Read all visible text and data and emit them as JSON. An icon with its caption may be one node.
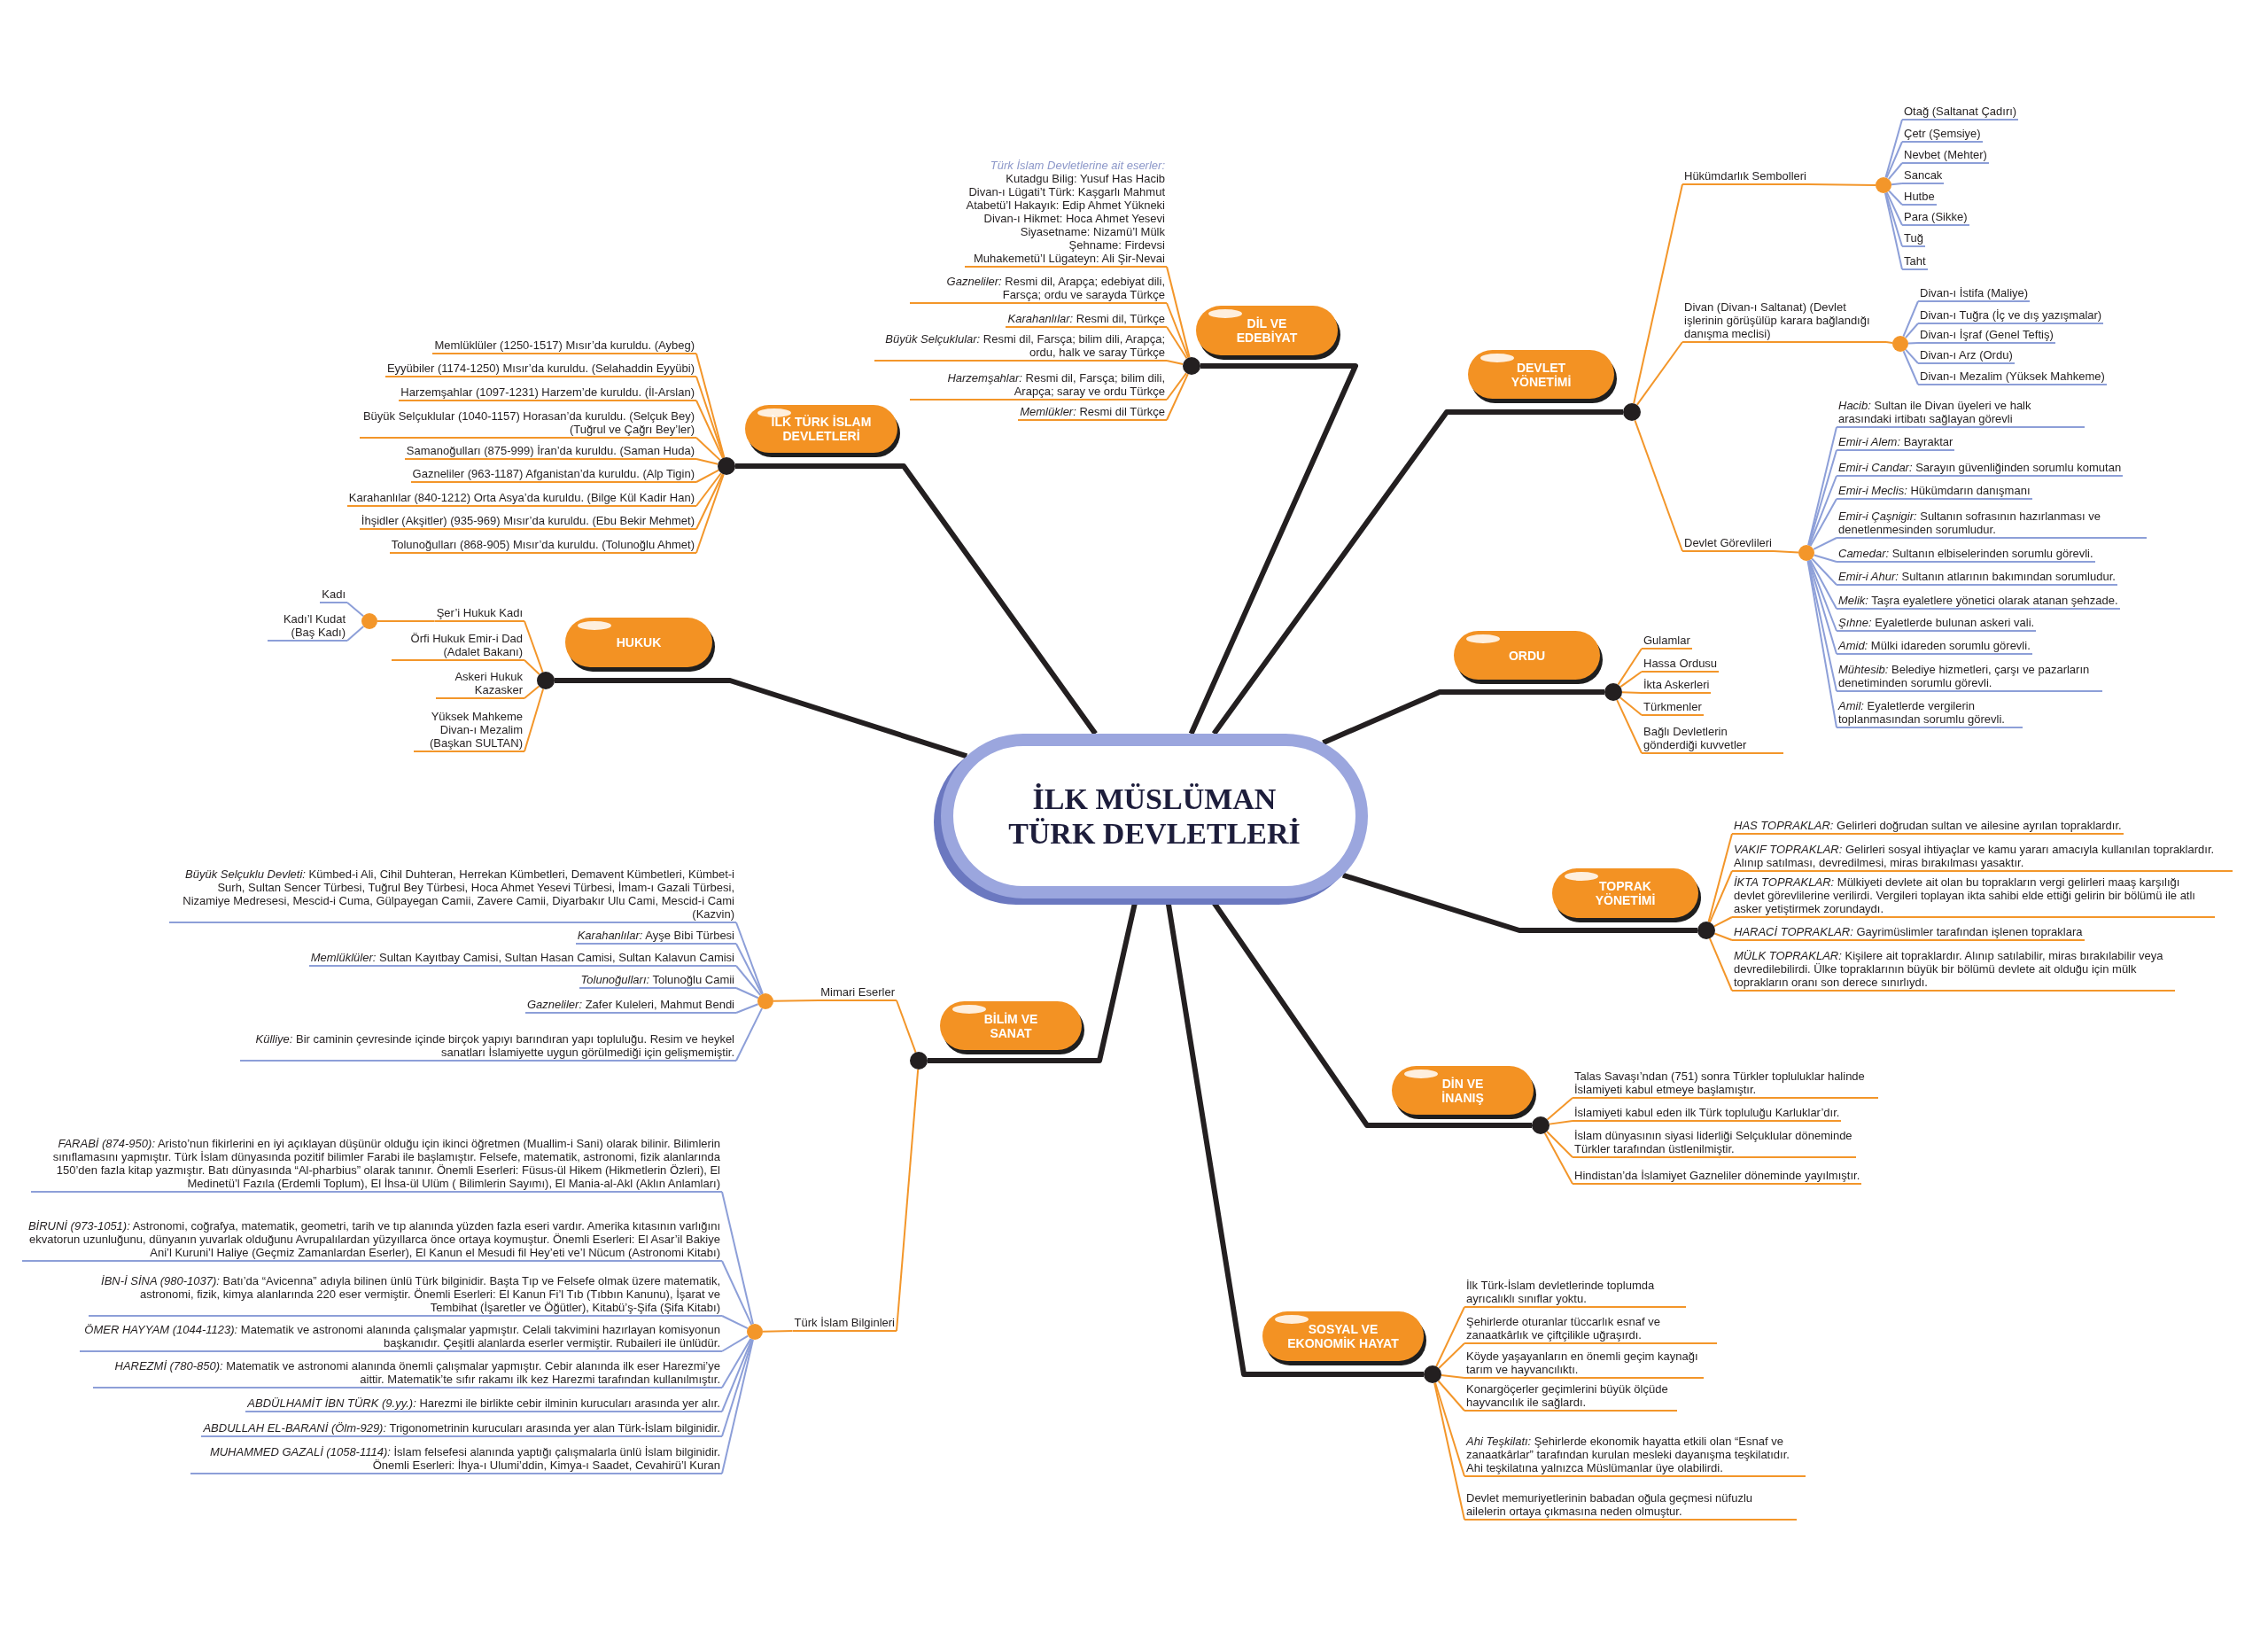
{
  "diagram": {
    "nodes": [
      {
        "text": [
          "İLK MÜSLÜMAN TÜRK DEVLETLERİ"
        ]
      },
      {
        "text": [
          "İLK TÜRK İSLAM DEVLETLERİ"
        ]
      },
      {
        "text": [],
        "shape": "circle"
      },
      {
        "text": [
          "Memlüklüler (1250-1517) Mısır’da kuruldu. (Aybeg)"
        ]
      },
      {
        "text": [
          "Eyyübiler (1174-1250) Mısır’da kuruldu. (Selahaddin Eyyübi)"
        ]
      },
      {
        "text": [
          "Harzemşahlar (1097-1231) Harzem’de kuruldu. (İl-Arslan)"
        ]
      },
      {
        "text": [
          "Büyük Selçuklular (1040-1157) Horasan’da kuruldu. (Selçuk Bey) (Tuğrul ve Çağrı Bey’ler)"
        ]
      },
      {
        "text": [
          "Samanoğulları (875-999) İran’da kuruldu. (Saman Huda)"
        ]
      },
      {
        "text": [
          "Gazneliler (963-1187) Afganistan’da kuruldu. (Alp Tigin)"
        ]
      },
      {
        "text": [
          "Karahanlılar (840-1212) Orta Asya’da kuruldu. (Bilge Kül Kadir Han)"
        ]
      },
      {
        "text": [
          "İhşidler (Akşitler) (935-969) Mısır’da kuruldu. (Ebu Bekir Mehmet)"
        ]
      },
      {
        "text": [
          "Tolunoğulları (868-905) Mısır’da kuruldu. (Tolunoğlu Ahmet)"
        ]
      },
      {
        "text": [
          "HUKUK"
        ]
      },
      {
        "text": [],
        "shape": "circle"
      },
      {
        "text": [
          "Şer’i Hukuk Kadı"
        ]
      },
      {
        "text": [
          "Örfi Hukuk Emir-i Dad (Adalet Bakanı)"
        ]
      },
      {
        "text": [
          "Askeri Hukuk Kazasker"
        ]
      },
      {
        "text": [
          "Yüksek Mahkeme Divan-ı Mezalim (Başkan SULTAN)"
        ]
      },
      {
        "text": [],
        "shape": "circle"
      },
      {
        "text": [
          "Kadı"
        ]
      },
      {
        "text": [
          "Kadı’l Kudat (Baş Kadı)"
        ]
      },
      {
        "text": [
          "DİL VE EDEBİYAT"
        ]
      },
      {
        "text": [],
        "shape": "circle"
      },
      {
        "text": [
          "Türk İslam Devletlerine ait eserler:",
          "Kutadgu Bilig: Yusuf Has Hacib",
          "Divan-ı Lügati’t Türk: Kaşgarlı Mahmut",
          "Atabetü’l Hakayık: Edip Ahmet Yükneki",
          "Divan-ı Hikmet: Hoca Ahmet Yesevi",
          "Siyasetname: Nizamü’l Mülk",
          "Şehname: Firdevsi",
          "Muhakemetü’l Lügateyn: Ali Şir-Nevai"
        ]
      },
      {
        "text": [
          "*Gazneliler:* Resmi dil, Arapça; edebiyat dili, Farsça; ordu ve sarayda Türkçe"
        ]
      },
      {
        "text": [
          "*Karahanlılar:* Resmi dil, Türkçe"
        ]
      },
      {
        "text": [
          "*Büyük Selçuklular:* Resmi dil, Farsça; bilim dili, Arapça; ordu, halk ve saray Türkçe"
        ]
      },
      {
        "text": [
          "*Harzemşahlar:* Resmi dil, Farsça; bilim dili, Arapça; saray ve ordu Türkçe"
        ]
      },
      {
        "text": [
          "*Memlükler:* Resmi dil Türkçe"
        ]
      },
      {
        "text": [
          "DEVLET YÖNETİMİ"
        ]
      },
      {
        "text": [],
        "shape": "circle"
      },
      {
        "text": [
          "Hükümdarlık Sembolleri"
        ]
      },
      {
        "text": [],
        "shape": "circle"
      },
      {
        "text": [
          "Otağ (Saltanat Çadırı)"
        ]
      },
      {
        "text": [
          "Çetr (Şemsiye)"
        ]
      },
      {
        "text": [
          "Nevbet (Mehter)"
        ]
      },
      {
        "text": [
          "Sancak"
        ]
      },
      {
        "text": [
          "Hutbe"
        ]
      },
      {
        "text": [
          "Para (Sikke)"
        ]
      },
      {
        "text": [
          "Tuğ"
        ]
      },
      {
        "text": [
          "Taht"
        ]
      },
      {
        "text": [
          "Divan (Divan-ı Saltanat) (Devlet işlerinin görüşülüp karara bağlandığı danışma meclisi)"
        ]
      },
      {
        "text": [],
        "shape": "circle"
      },
      {
        "text": [
          "Divan-ı İstifa (Maliye)"
        ]
      },
      {
        "text": [
          "Divan-ı Tuğra (İç ve dış yazışmalar)"
        ]
      },
      {
        "text": [
          "Divan-ı İşraf (Genel Teftiş)"
        ]
      },
      {
        "text": [
          "Divan-ı Arz (Ordu)"
        ]
      },
      {
        "text": [
          "Divan-ı Mezalim (Yüksek Mahkeme)"
        ]
      },
      {
        "text": [
          "Devlet Görevlileri"
        ]
      },
      {
        "text": [],
        "shape": "circle"
      },
      {
        "text": [
          "*Hacib:* Sultan ile Divan üyeleri ve halk arasındaki irtibatı sağlayan görevli"
        ]
      },
      {
        "text": [
          "*Emir-i Alem:* Bayraktar"
        ]
      },
      {
        "text": [
          "*Emir-i Candar:* Sarayın güvenliğinden sorumlu komutan"
        ]
      },
      {
        "text": [
          "*Emir-i Meclis:* Hükümdarın danışmanı"
        ]
      },
      {
        "text": [
          "*Emir-i Çaşnigir:* Sultanın sofrasının hazırlanması ve denetlenmesinden sorumludur."
        ]
      },
      {
        "text": [
          "*Camedar:* Sultanın elbiselerinden sorumlu görevli."
        ]
      },
      {
        "text": [
          "*Emir-i Ahur:* Sultanın atlarının bakımından sorumludur."
        ]
      },
      {
        "text": [
          "*Melik:* Taşra eyaletlere yönetici olarak atanan şehzade."
        ]
      },
      {
        "text": [
          "*Şıhne:* Eyaletlerde bulunan askeri vali."
        ]
      },
      {
        "text": [
          "*Amid:* Mülki idareden sorumlu görevli."
        ]
      },
      {
        "text": [
          "*Mühtesib:* Belediye hizmetleri, çarşı ve pazarların denetiminden sorumlu görevli."
        ]
      },
      {
        "text": [
          "*Amil:* Eyaletlerde vergilerin toplanmasından sorumlu görevli."
        ]
      },
      {
        "text": [
          "ORDU"
        ]
      },
      {
        "text": [],
        "shape": "circle"
      },
      {
        "text": [
          "Gulamlar"
        ]
      },
      {
        "text": [
          "Hassa Ordusu"
        ]
      },
      {
        "text": [
          "İkta Askerleri"
        ]
      },
      {
        "text": [
          "Türkmenler"
        ]
      },
      {
        "text": [
          "Bağlı Devletlerin gönderdiği kuvvetler"
        ]
      },
      {
        "text": [
          "TOPRAK YÖNETİMİ"
        ]
      },
      {
        "text": [],
        "shape": "circle"
      },
      {
        "text": [
          "*HAS TOPRAKLAR:* Gelirleri doğrudan sultan ve ailesine ayrılan topraklardır."
        ]
      },
      {
        "text": [
          "*VAKIF TOPRAKLAR:* Gelirleri sosyal ihtiyaçlar ve kamu yararı amacıyla kullanılan topraklardır. Alınıp satılması, devredilmesi, miras bırakılması yasaktır."
        ]
      },
      {
        "text": [
          "*İKTA TOPRAKLAR:* Mülkiyeti devlete ait olan bu toprakların vergi gelirleri maaş karşılığı devlet görevlilerine verilirdi. Vergileri toplayan ikta sahibi elde ettiği gelirin bir bölümü ile atlı asker yetiştirmek zorundaydı."
        ]
      },
      {
        "text": [
          "*HARACİ TOPRAKLAR:* Gayrimüslimler tarafından işlenen topraklara"
        ]
      },
      {
        "text": [
          "*MÜLK TOPRAKLAR:* Kişilere ait topraklardır. Alınıp satılabilir, miras bırakılabilir veya devredilebilirdi. Ülke topraklarının büyük bir bölümü devlete ait olduğu için mülk toprakların oranı son derece sınırlıydı."
        ]
      },
      {
        "text": [
          "DİN VE İNANIŞ"
        ]
      },
      {
        "text": [],
        "shape": "circle"
      },
      {
        "text": [
          "Talas Savaşı’ndan (751) sonra Türkler topluluklar halinde İslamiyeti kabul etmeye başlamıştır."
        ]
      },
      {
        "text": [
          "İslamiyeti kabul eden ilk Türk topluluğu Karluklar’dır."
        ]
      },
      {
        "text": [
          "İslam dünyasının siyasi liderliği Selçuklular döneminde Türkler tarafından üstlenilmiştir."
        ]
      },
      {
        "text": [
          "Hindistan’da İslamiyet Gazneliler döneminde yayılmıştır."
        ]
      },
      {
        "text": [
          "SOSYAL VE EKONOMİK HAYAT"
        ]
      },
      {
        "text": [],
        "shape": "circle"
      },
      {
        "text": [
          "İlk Türk-İslam devletlerinde toplumda ayrıcalıklı sınıflar yoktu."
        ]
      },
      {
        "text": [
          "Şehirlerde oturanlar tüccarlık esnaf ve zanaatkârlık ve çiftçilikle uğraşırdı."
        ]
      },
      {
        "text": [
          "Köyde yaşayanların en önemli geçim kaynağı tarım ve hayvancılıktı."
        ]
      },
      {
        "text": [
          "Konargöçerler geçimlerini büyük ölçüde hayvancılık ile sağlardı."
        ]
      },
      {
        "text": [
          "*Ahi Teşkilatı:* Şehirlerde ekonomik hayatta etkili olan “Esnaf ve zanaatkârlar” tarafından kurulan mesleki dayanışma teşkilatıdır. Ahi teşkilatına yalnızca Müslümanlar üye olabilirdi."
        ]
      },
      {
        "text": [
          "Devlet memuriyetlerinin babadan oğula geçmesi nüfuzlu ailelerin ortaya çıkmasına neden olmuştur."
        ]
      },
      {
        "text": [
          "BİLİM VE SANAT"
        ]
      },
      {
        "text": [],
        "shape": "circle"
      },
      {
        "text": [
          "Mimari Eserler"
        ]
      },
      {
        "text": [],
        "shape": "circle"
      },
      {
        "text": [
          "*Büyük Selçuklu Devleti:* Kümbed-i Ali, Cihil Duhteran, Herrekan Kümbetleri, Demavent Kümbetleri, Kümbet-i Surh, Sultan Sencer Türbesi, Tuğrul Bey Türbesi, Hoca Ahmet Yesevi Türbesi, İmam-ı Gazali Türbesi, Nizamiye Medresesi, Mescid-i Cuma, Gülpayegan Camii, Zavere Camii, Diyarbakır Ulu Cami, Mescid-i Cami (Kazvin)"
        ]
      },
      {
        "text": [
          "*Karahanlılar:* Ayşe Bibi Türbesi"
        ]
      },
      {
        "text": [
          "*Memlüklüler:* Sultan Kayıtbay Camisi, Sultan Hasan Camisi, Sultan Kalavun Camisi"
        ]
      },
      {
        "text": [
          "*Tolunoğulları:* Tolunoğlu Camii"
        ]
      },
      {
        "text": [
          "*Gazneliler:* Zafer Kuleleri, Mahmut Bendi"
        ]
      },
      {
        "text": [
          "*Külliye:* Bir caminin çevresinde içinde birçok yapıyı barındıran yapı topluluğu. Resim ve heykel sanatları İslamiyette uygun görülmediği için gelişmemiştir."
        ]
      },
      {
        "text": [
          "Türk İslam Bilginleri"
        ]
      },
      {
        "text": [],
        "shape": "circle"
      },
      {
        "text": [
          "*FARABİ (874-950):* Aristo’nun fikirlerini en iyi açıklayan düşünür olduğu için ikinci öğretmen (Muallim-i Sani) olarak bilinir. Bilimlerin sınıflamasını yapmıştır. Türk İslam dünyasında pozitif bilimler Farabi ile başlamıştır. Felsefe, matematik, astronomi, fizik alanlarında 150’den fazla kitap yazmıştır. Batı dünyasında “Al-pharbius” olarak tanınır. Önemli Eserleri: Füsus-ül Hikem (Hikmetlerin Özleri), El Medinetü’l Fazıla (Erdemli Toplum), El İhsa-ül Ulüm ( Bilimlerin Sayımı), El Mania-al-Akl (Aklın Anlamları)"
        ]
      },
      {
        "text": [
          "*BİRUNİ (973-1051):* Astronomi, coğrafya, matematik, geometri, tarih ve tıp alanında yüzden fazla eseri vardır. Amerika kıtasının varlığını ekvatorun uzunluğunu, dünyanın yuvarlak olduğunu Avrupalılardan yüzyıllarca önce ortaya koymuştur. Önemli Eserleri: El Asar’il Bakiye Ani’l Kuruni’l Haliye (Geçmiz Zamanlardan Eserler), El Kanun el Mesudi fil Hey’eti ve’l Nücum (Astronomi Kitabı)"
        ]
      },
      {
        "text": [
          "*İBN-İ SİNA (980-1037):* Batı’da “Avicenna” adıyla bilinen ünlü Türk bilginidir. Başta Tıp ve Felsefe olmak üzere matematik, astronomi, fizik, kimya alanlarında 220 eser vermiştir. Önemli Eserleri: El Kanun Fi’l Tıb (Tıbbın Kanunu), İşarat ve Tembihat (İşaretler ve Öğütler), Kitabü’ş-Şifa (Şifa Kitabı)"
        ]
      },
      {
        "text": [
          "*ÖMER HAYYAM (1044-1123):* Matematik ve astronomi alanında çalışmalar yapmıştır. Celali takvimini hazırlayan komisyonun başkanıdır. Çeşitli alanlarda eserler vermiştir. Rubaileri ile ünlüdür."
        ]
      },
      {
        "text": [
          "*HAREZMİ (780-850):* Matematik ve astronomi alanında önemli çalışmalar yapmıştır. Cebir alanında ilk eser Harezmi’ye aittir. Matematik’te sıfır rakamı ilk kez Harezmi tarafından kullanılmıştır."
        ]
      },
      {
        "text": [
          "*ABDÜLHAMİT İBN TÜRK (9.yy.):* Harezmi ile birlikte cebir ilminin kurucuları arasında yer alır."
        ]
      },
      {
        "text": [
          "*ABDULLAH EL-BARANİ (Ölm-929):* Trigonometrinin kurucuları arasında yer alan Türk-İslam bilginidir."
        ]
      },
      {
        "text": [
          "*MUHAMMED GAZALİ (1058-1114):* İslam felsefesi alanında yaptığı çalışmalarla ünlü İslam bilginidir. Önemli Eserleri: İhya-ı Ulumi’ddin, Kimya-ı Saadet, Cevahirü’l Kuran"
        ]
      }
    ],
    "edges": [
      {
        "from": 0,
        "to": 2,
        "arrow": "none",
        "style": "thick",
        "color": "#231f20"
      },
      {
        "from": 0,
        "to": 13,
        "arrow": "none",
        "style": "thick",
        "color": "#231f20"
      },
      {
        "from": 0,
        "to": 22,
        "arrow": "none",
        "style": "thick",
        "color": "#231f20"
      },
      {
        "from": 0,
        "to": 30,
        "arrow": "none",
        "style": "thick",
        "color": "#231f20"
      },
      {
        "from": 0,
        "to": 63,
        "arrow": "none",
        "style": "thick",
        "color": "#231f20"
      },
      {
        "from": 0,
        "to": 70,
        "arrow": "none",
        "style": "thick",
        "color": "#231f20"
      },
      {
        "from": 0,
        "to": 77,
        "arrow": "none",
        "style": "thick",
        "color": "#231f20"
      },
      {
        "from": 0,
        "to": 83,
        "arrow": "none",
        "style": "thick",
        "color": "#231f20"
      },
      {
        "from": 0,
        "to": 91,
        "arrow": "none",
        "style": "thick",
        "color": "#231f20"
      },
      {
        "from": 2,
        "to": 3,
        "arrow": "none"
      },
      {
        "from": 2,
        "to": 4,
        "arrow": "none"
      },
      {
        "from": 2,
        "to": 5,
        "arrow": "none"
      },
      {
        "from": 2,
        "to": 6,
        "arrow": "none"
      },
      {
        "from": 2,
        "to": 7,
        "arrow": "none"
      },
      {
        "from": 2,
        "to": 8,
        "arrow": "none"
      },
      {
        "from": 2,
        "to": 9,
        "arrow": "none"
      },
      {
        "from": 2,
        "to": 10,
        "arrow": "none"
      },
      {
        "from": 2,
        "to": 11,
        "arrow": "none"
      },
      {
        "from": 13,
        "to": 14,
        "arrow": "none"
      },
      {
        "from": 13,
        "to": 15,
        "arrow": "none"
      },
      {
        "from": 13,
        "to": 16,
        "arrow": "none"
      },
      {
        "from": 13,
        "to": 17,
        "arrow": "none"
      },
      {
        "from": 14,
        "to": 18,
        "arrow": "none"
      },
      {
        "from": 18,
        "to": 19,
        "arrow": "none",
        "color": "#8d9fd8"
      },
      {
        "from": 18,
        "to": 20,
        "arrow": "none",
        "color": "#8d9fd8"
      },
      {
        "from": 22,
        "to": 23,
        "arrow": "none"
      },
      {
        "from": 22,
        "to": 24,
        "arrow": "none"
      },
      {
        "from": 22,
        "to": 25,
        "arrow": "none"
      },
      {
        "from": 22,
        "to": 26,
        "arrow": "none"
      },
      {
        "from": 22,
        "to": 27,
        "arrow": "none"
      },
      {
        "from": 22,
        "to": 28,
        "arrow": "none"
      },
      {
        "from": 30,
        "to": 31,
        "arrow": "none"
      },
      {
        "from": 31,
        "to": 32,
        "arrow": "none"
      },
      {
        "from": 32,
        "to": 33,
        "arrow": "none",
        "color": "#8d9fd8"
      },
      {
        "from": 32,
        "to": 34,
        "arrow": "none",
        "color": "#8d9fd8"
      },
      {
        "from": 32,
        "to": 35,
        "arrow": "none",
        "color": "#8d9fd8"
      },
      {
        "from": 32,
        "to": 36,
        "arrow": "none",
        "color": "#8d9fd8"
      },
      {
        "from": 32,
        "to": 37,
        "arrow": "none",
        "color": "#8d9fd8"
      },
      {
        "from": 32,
        "to": 38,
        "arrow": "none",
        "color": "#8d9fd8"
      },
      {
        "from": 32,
        "to": 39,
        "arrow": "none",
        "color": "#8d9fd8"
      },
      {
        "from": 32,
        "to": 40,
        "arrow": "none",
        "color": "#8d9fd8"
      },
      {
        "from": 30,
        "to": 41,
        "arrow": "none"
      },
      {
        "from": 41,
        "to": 42,
        "arrow": "none"
      },
      {
        "from": 42,
        "to": 43,
        "arrow": "none",
        "color": "#8d9fd8"
      },
      {
        "from": 42,
        "to": 44,
        "arrow": "none",
        "color": "#8d9fd8"
      },
      {
        "from": 42,
        "to": 45,
        "arrow": "none",
        "color": "#8d9fd8"
      },
      {
        "from": 42,
        "to": 46,
        "arrow": "none",
        "color": "#8d9fd8"
      },
      {
        "from": 42,
        "to": 47,
        "arrow": "none",
        "color": "#8d9fd8"
      },
      {
        "from": 30,
        "to": 48,
        "arrow": "none"
      },
      {
        "from": 48,
        "to": 49,
        "arrow": "none"
      },
      {
        "from": 49,
        "to": 50,
        "arrow": "none",
        "color": "#8d9fd8"
      },
      {
        "from": 49,
        "to": 51,
        "arrow": "none",
        "color": "#8d9fd8"
      },
      {
        "from": 49,
        "to": 52,
        "arrow": "none",
        "color": "#8d9fd8"
      },
      {
        "from": 49,
        "to": 53,
        "arrow": "none",
        "color": "#8d9fd8"
      },
      {
        "from": 49,
        "to": 54,
        "arrow": "none",
        "color": "#8d9fd8"
      },
      {
        "from": 49,
        "to": 55,
        "arrow": "none",
        "color": "#8d9fd8"
      },
      {
        "from": 49,
        "to": 56,
        "arrow": "none",
        "color": "#8d9fd8"
      },
      {
        "from": 49,
        "to": 57,
        "arrow": "none",
        "color": "#8d9fd8"
      },
      {
        "from": 49,
        "to": 58,
        "arrow": "none",
        "color": "#8d9fd8"
      },
      {
        "from": 49,
        "to": 59,
        "arrow": "none",
        "color": "#8d9fd8"
      },
      {
        "from": 49,
        "to": 60,
        "arrow": "none",
        "color": "#8d9fd8"
      },
      {
        "from": 49,
        "to": 61,
        "arrow": "none",
        "color": "#8d9fd8"
      },
      {
        "from": 63,
        "to": 64,
        "arrow": "none"
      },
      {
        "from": 63,
        "to": 65,
        "arrow": "none"
      },
      {
        "from": 63,
        "to": 66,
        "arrow": "none"
      },
      {
        "from": 63,
        "to": 67,
        "arrow": "none"
      },
      {
        "from": 63,
        "to": 68,
        "arrow": "none"
      },
      {
        "from": 70,
        "to": 71,
        "arrow": "none"
      },
      {
        "from": 70,
        "to": 72,
        "arrow": "none"
      },
      {
        "from": 70,
        "to": 73,
        "arrow": "none"
      },
      {
        "from": 70,
        "to": 74,
        "arrow": "none"
      },
      {
        "from": 70,
        "to": 75,
        "arrow": "none"
      },
      {
        "from": 77,
        "to": 78,
        "arrow": "none"
      },
      {
        "from": 77,
        "to": 79,
        "arrow": "none"
      },
      {
        "from": 77,
        "to": 80,
        "arrow": "none"
      },
      {
        "from": 77,
        "to": 81,
        "arrow": "none"
      },
      {
        "from": 83,
        "to": 84,
        "arrow": "none"
      },
      {
        "from": 83,
        "to": 85,
        "arrow": "none"
      },
      {
        "from": 83,
        "to": 86,
        "arrow": "none"
      },
      {
        "from": 83,
        "to": 87,
        "arrow": "none"
      },
      {
        "from": 83,
        "to": 88,
        "arrow": "none"
      },
      {
        "from": 83,
        "to": 89,
        "arrow": "none"
      },
      {
        "from": 91,
        "to": 92,
        "arrow": "none"
      },
      {
        "from": 92,
        "to": 93,
        "arrow": "none"
      },
      {
        "from": 93,
        "to": 94,
        "arrow": "none",
        "color": "#8d9fd8"
      },
      {
        "from": 93,
        "to": 95,
        "arrow": "none",
        "color": "#8d9fd8"
      },
      {
        "from": 93,
        "to": 96,
        "arrow": "none",
        "color": "#8d9fd8"
      },
      {
        "from": 93,
        "to": 97,
        "arrow": "none",
        "color": "#8d9fd8"
      },
      {
        "from": 93,
        "to": 98,
        "arrow": "none",
        "color": "#8d9fd8"
      },
      {
        "from": 93,
        "to": 99,
        "arrow": "none",
        "color": "#8d9fd8"
      },
      {
        "from": 91,
        "to": 100,
        "arrow": "none"
      },
      {
        "from": 100,
        "to": 101,
        "arrow": "none"
      },
      {
        "from": 101,
        "to": 102,
        "arrow": "none",
        "color": "#8d9fd8"
      },
      {
        "from": 101,
        "to": 103,
        "arrow": "none",
        "color": "#8d9fd8"
      },
      {
        "from": 101,
        "to": 104,
        "arrow": "none",
        "color": "#8d9fd8"
      },
      {
        "from": 101,
        "to": 105,
        "arrow": "none",
        "color": "#8d9fd8"
      },
      {
        "from": 101,
        "to": 106,
        "arrow": "none",
        "color": "#8d9fd8"
      },
      {
        "from": 101,
        "to": 107,
        "arrow": "none",
        "color": "#8d9fd8"
      },
      {
        "from": 101,
        "to": 108,
        "arrow": "none",
        "color": "#8d9fd8"
      },
      {
        "from": 101,
        "to": 109,
        "arrow": "none",
        "color": "#8d9fd8"
      }
    ]
  }
}
